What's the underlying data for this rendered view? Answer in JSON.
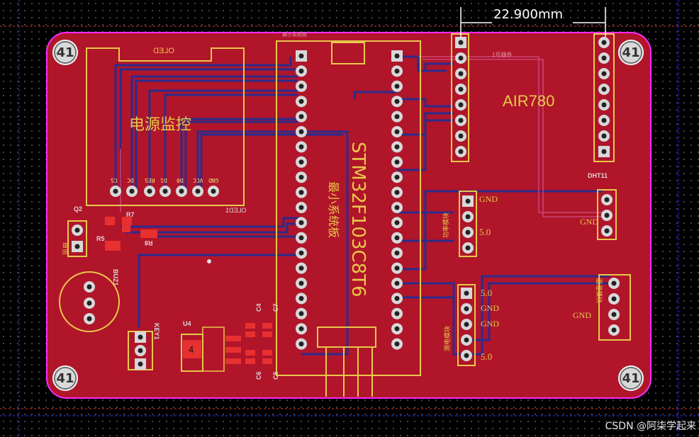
{
  "dimension": {
    "label": "22.900mm"
  },
  "mount_holes": [
    "41",
    "41",
    "41",
    "41"
  ],
  "oled": {
    "top_label": "OLED",
    "bottom_label": "OLED1",
    "title": "电源监控",
    "pins": [
      "GND",
      "VCC",
      "D0",
      "D1",
      "RES",
      "DC",
      "CS"
    ]
  },
  "mcu": {
    "top_label": "最小系统板",
    "model": "STM32F103C8T6",
    "name": "最小系统板"
  },
  "air780": {
    "title": "AIR780",
    "sub_label": "1号器件"
  },
  "dht11": {
    "label": "DHT11"
  },
  "power_module": {
    "title": "功率模块",
    "pins": [
      "GND",
      "5.0"
    ],
    "gnd_right": "GND"
  },
  "sensor_module": {
    "title": "测电模块",
    "pins": [
      "5.0",
      "GND",
      "GND",
      "5.0"
    ]
  },
  "right_module": {
    "title": "温湿模块",
    "gnd": "GND"
  },
  "components": {
    "q2": "Q2",
    "r7": "R7",
    "r5": "R5",
    "r8": "R8",
    "buz": "BUZ1",
    "fan": "风扇",
    "key": "KEY1",
    "u4": "U4",
    "u4_pin": "4",
    "c4": "C4",
    "c7": "C7",
    "c6": "C6",
    "c5": "C5"
  },
  "watermark": "CSDN @阿柒学起来",
  "colors": {
    "board": "#b0152a",
    "trace": "#2b2b8c",
    "silk": "#e8c84a",
    "outline": "#ff2aff"
  }
}
